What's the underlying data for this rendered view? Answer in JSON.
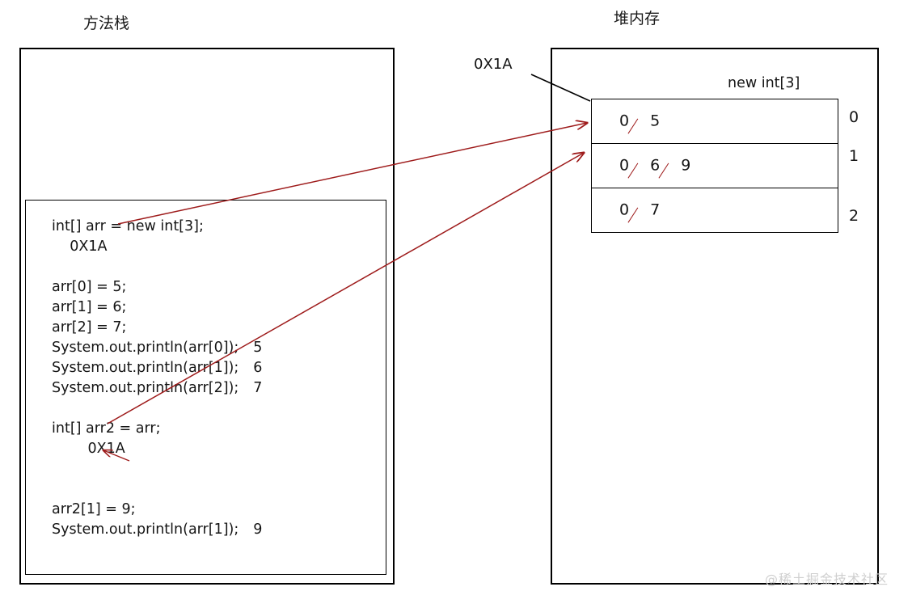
{
  "diagram": {
    "title_stack": "方法栈",
    "title_heap": "堆内存",
    "watermark": "@稀土掘金技术社区",
    "accent_red": "#9e1b1b",
    "line_black": "#000000"
  },
  "stack": {
    "ref_label": "0X1A",
    "code": [
      {
        "text": "int[] arr = new int[3];",
        "out": ""
      },
      {
        "text": "    0X1A",
        "out": ""
      },
      {
        "text": "",
        "out": ""
      },
      {
        "text": "arr[0] = 5;",
        "out": ""
      },
      {
        "text": "arr[1] = 6;",
        "out": ""
      },
      {
        "text": "arr[2] = 7;",
        "out": ""
      },
      {
        "text": "System.out.println(arr[0]);",
        "out": "5"
      },
      {
        "text": "System.out.println(arr[1]);",
        "out": "6"
      },
      {
        "text": "System.out.println(arr[2]);",
        "out": "7"
      },
      {
        "text": "",
        "out": ""
      },
      {
        "text": "int[] arr2 = arr;",
        "out": ""
      },
      {
        "text": "        0X1A",
        "out": ""
      },
      {
        "text": "",
        "out": ""
      },
      {
        "text": "",
        "out": ""
      },
      {
        "text": "arr2[1] = 9;",
        "out": ""
      },
      {
        "text": "System.out.println(arr[1]);",
        "out": "9"
      }
    ]
  },
  "heap": {
    "ref_label": "0X1A",
    "array_label": "new int[3]",
    "rows": [
      {
        "index": "0",
        "values": [
          {
            "text": "0",
            "struck": true
          },
          {
            "text": "5",
            "struck": false
          }
        ]
      },
      {
        "index": "1",
        "values": [
          {
            "text": "0",
            "struck": true
          },
          {
            "text": "6",
            "struck": true
          },
          {
            "text": "9",
            "struck": false
          }
        ]
      },
      {
        "index": "2",
        "values": [
          {
            "text": "0",
            "struck": true
          },
          {
            "text": "7",
            "struck": false
          }
        ]
      }
    ]
  }
}
